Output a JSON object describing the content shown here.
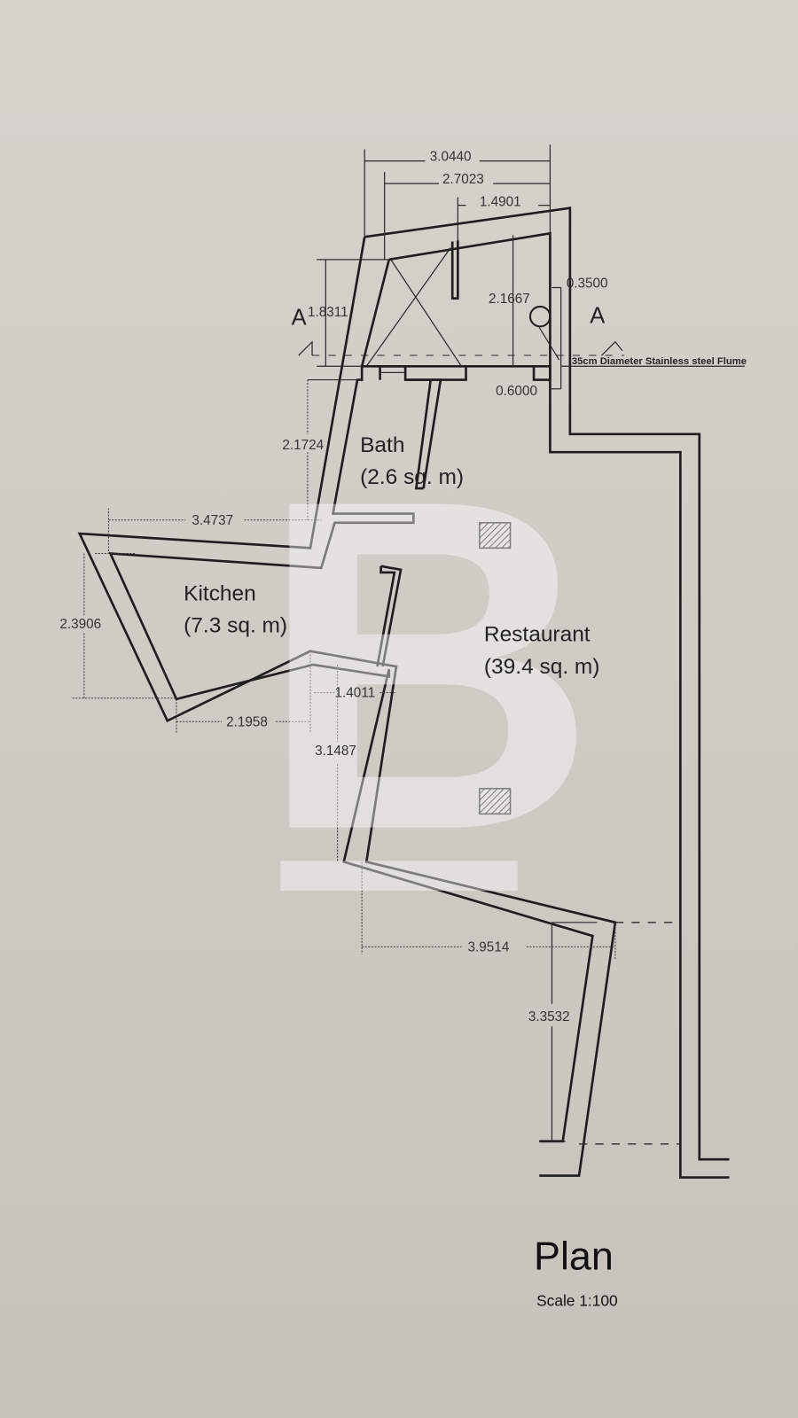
{
  "drawing": {
    "title": "Plan",
    "scale": "Scale 1:100",
    "watermark_logo": "B",
    "colors": {
      "paper": "#cdcac3",
      "ink": "#1e1e1e",
      "watermark": "#ffffff"
    }
  },
  "rooms": [
    {
      "name": "Bath",
      "area": "(2.6 sq. m)"
    },
    {
      "name": "Kitchen",
      "area": "(7.3 sq. m)"
    },
    {
      "name": "Restaurant",
      "area": "(39.4 sq. m)"
    }
  ],
  "section_marks": {
    "left": "A",
    "right": "A"
  },
  "annotations": {
    "flume": "35cm Diameter Stainless steel Flume"
  },
  "dimensions": {
    "top_overall": "3.0440",
    "top_inner": "2.7023",
    "top_partial": "1.4901",
    "left_height": "1.8311",
    "room_height": "2.1667",
    "flume_offset": "0.3500",
    "flume_width": "0.6000",
    "bath_height": "2.1724",
    "kitchen_width": "3.4737",
    "kitchen_height": "2.3906",
    "kitchen_bottom": "2.1958",
    "wall_offset": "1.4011",
    "wall_height": "3.1487",
    "lower_width": "3.9514",
    "lower_height": "3.3532"
  }
}
